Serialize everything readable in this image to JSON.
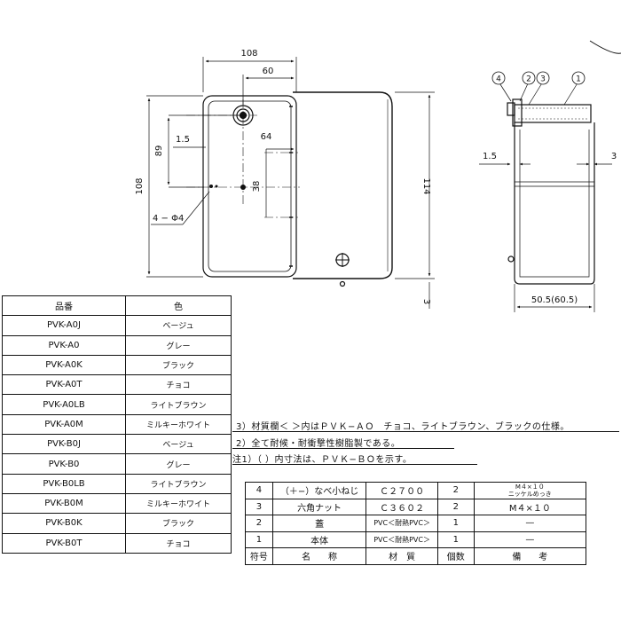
{
  "drawing": {
    "dims": {
      "d108_top": "108",
      "d60": "60",
      "d64": "64",
      "d1_5_left": "1.5",
      "d89": "89",
      "d108_left": "108",
      "d38": "38",
      "d114": "114",
      "d3_bottom": "3",
      "holes": "4 − Φ4",
      "d1_5_side": "1.5",
      "d3_side": "3",
      "d50_5": "50.5(60.5)"
    },
    "balloons": [
      "1",
      "2",
      "3",
      "4"
    ]
  },
  "color_table": {
    "headers": [
      "品番",
      "色"
    ],
    "rows": [
      {
        "code": "PVK-A0J",
        "color": "ベージュ"
      },
      {
        "code": "PVK-A0",
        "color": "グレー"
      },
      {
        "code": "PVK-A0K",
        "color": "ブラック"
      },
      {
        "code": "PVK-A0T",
        "color": "チョコ"
      },
      {
        "code": "PVK-A0LB",
        "color": "ライトブラウン"
      },
      {
        "code": "PVK-A0M",
        "color": "ミルキーホワイト"
      },
      {
        "code": "PVK-B0J",
        "color": "ベージュ"
      },
      {
        "code": "PVK-B0",
        "color": "グレー"
      },
      {
        "code": "PVK-B0LB",
        "color": "ライトブラウン"
      },
      {
        "code": "PVK-B0M",
        "color": "ミルキーホワイト"
      },
      {
        "code": "PVK-B0K",
        "color": "ブラック"
      },
      {
        "code": "PVK-B0T",
        "color": "チョコ"
      }
    ]
  },
  "notes": {
    "n3": "3）材質欄＜ ＞内はＰＶＫ−ＡＯ　チョコ、ライトブラウン、ブラックの仕様。",
    "n2": "2）全て耐候・耐衝撃性樹脂製である。",
    "n1": "注1）（ ）内寸法は、ＰＶＫ−ＢＯを示す。"
  },
  "parts_table": {
    "rows": [
      {
        "no": "4",
        "name": "（＋−）なべ小ねじ",
        "material": "Ｃ２７００",
        "qty": "2",
        "remark_top": "M４×１０",
        "remark_bottom": "ニッケルめっき"
      },
      {
        "no": "3",
        "name": "六角ナット",
        "material": "Ｃ３６０２",
        "qty": "2",
        "remark": "M４×１０"
      },
      {
        "no": "2",
        "name": "蓋",
        "material": "PVC＜耐熱PVC＞",
        "qty": "1",
        "remark": "—"
      },
      {
        "no": "1",
        "name": "本体",
        "material": "PVC＜耐熱PVC＞",
        "qty": "1",
        "remark": "—"
      }
    ],
    "header": {
      "no": "符号",
      "name": "名　　称",
      "material": "材　質",
      "qty": "個数",
      "remark": "備　　考"
    }
  }
}
